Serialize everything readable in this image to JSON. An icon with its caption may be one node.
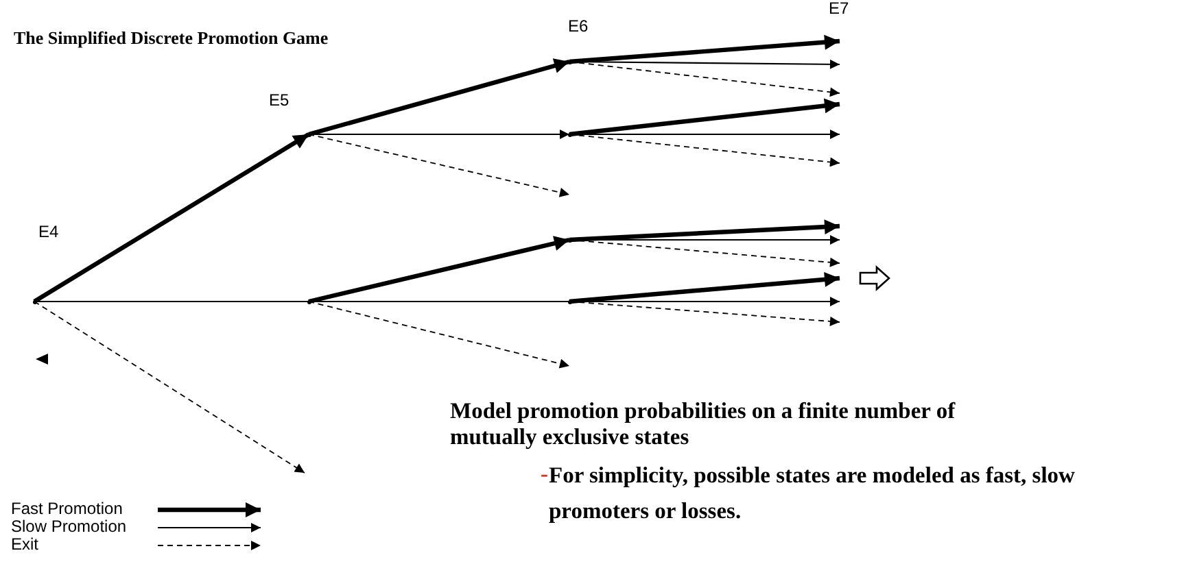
{
  "diagram": {
    "title": "The Simplified Discrete Promotion Game",
    "nodes": [
      {
        "text": [],
        "shape": "point"
      },
      {
        "text": [],
        "shape": "point"
      },
      {
        "text": [],
        "shape": "point"
      },
      {
        "text": [],
        "shape": "point"
      },
      {
        "text": [],
        "shape": "point"
      },
      {
        "text": [],
        "shape": "point"
      },
      {
        "text": [],
        "shape": "point"
      }
    ],
    "edges": [
      {
        "from": 0,
        "to": 1,
        "arrow": "to",
        "style": "thick"
      },
      {
        "from": 0,
        "to": 2,
        "arrow": "none"
      },
      {
        "from": 0,
        "to": null,
        "arrow": "to",
        "style": "dashed"
      },
      {
        "from": 1,
        "to": 3,
        "arrow": "to",
        "style": "thick"
      },
      {
        "from": 1,
        "to": 4,
        "arrow": "to"
      },
      {
        "from": 1,
        "to": null,
        "arrow": "to",
        "style": "dashed"
      },
      {
        "from": 2,
        "to": 5,
        "arrow": "to",
        "style": "thick"
      },
      {
        "from": 2,
        "to": 6,
        "arrow": "none"
      },
      {
        "from": 2,
        "to": null,
        "arrow": "to",
        "style": "dashed"
      },
      {
        "from": 3,
        "to": null,
        "arrow": "to",
        "style": "thick"
      },
      {
        "from": 3,
        "to": null,
        "arrow": "to"
      },
      {
        "from": 3,
        "to": null,
        "arrow": "to",
        "style": "dashed"
      },
      {
        "from": 4,
        "to": null,
        "arrow": "to",
        "style": "thick"
      },
      {
        "from": 4,
        "to": null,
        "arrow": "to"
      },
      {
        "from": 4,
        "to": null,
        "arrow": "to",
        "style": "dashed"
      },
      {
        "from": 5,
        "to": null,
        "arrow": "to",
        "style": "thick"
      },
      {
        "from": 5,
        "to": null,
        "arrow": "to"
      },
      {
        "from": 5,
        "to": null,
        "arrow": "to",
        "style": "dashed"
      },
      {
        "from": 6,
        "to": null,
        "arrow": "to",
        "style": "thick"
      },
      {
        "from": 6,
        "to": null,
        "arrow": "to"
      },
      {
        "from": 6,
        "to": null,
        "arrow": "to",
        "style": "dashed"
      }
    ],
    "labels": [
      "E4",
      "E5",
      "E6",
      "E7",
      "Model promotion probabilities on a finite number of mutually exclusive states",
      "-",
      "For simplicity, possible states are modeled as fast, slow promoters or losses."
    ],
    "legend": [
      {
        "text": "Fast Promotion"
      },
      {
        "text": "Slow Promotion"
      },
      {
        "text": "Exit"
      }
    ]
  }
}
